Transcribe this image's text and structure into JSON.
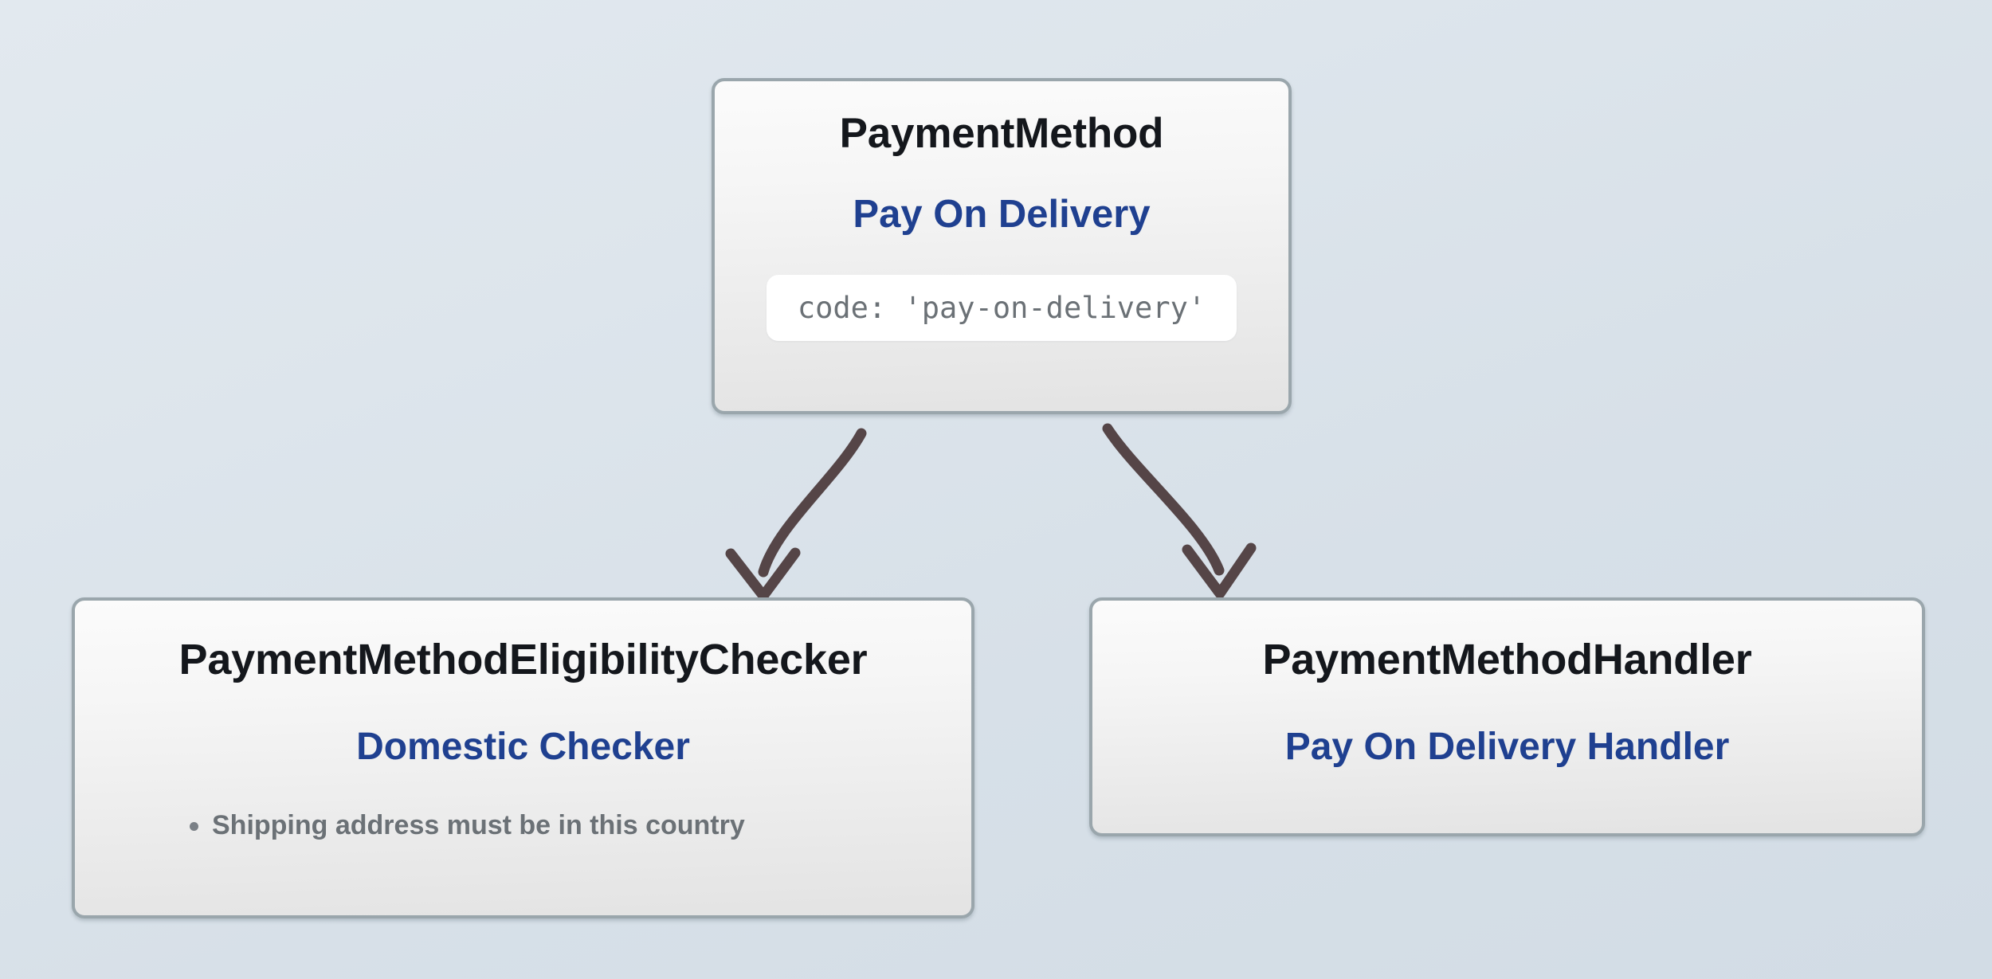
{
  "diagram": {
    "type": "class-relationship-diagram",
    "background_color": "#dde5ec",
    "accent_color": "#1f4090",
    "edge_color": "#554547",
    "nodes": [
      {
        "id": "payment-method",
        "class_name": "PaymentMethod",
        "title": "Pay On Delivery",
        "code": "code: 'pay-on-delivery'"
      },
      {
        "id": "eligibility-checker",
        "class_name": "PaymentMethodEligibilityChecker",
        "title": "Domestic Checker",
        "bullets": [
          "Shipping address must be in this country"
        ]
      },
      {
        "id": "payment-handler",
        "class_name": "PaymentMethodHandler",
        "title": "Pay On Delivery Handler"
      }
    ],
    "edges": [
      {
        "id": "edge-to-eligibility-checker",
        "from": "payment-method",
        "to": "eligibility-checker",
        "style": "curved-arrow"
      },
      {
        "id": "edge-to-payment-handler",
        "from": "payment-method",
        "to": "payment-handler",
        "style": "curved-arrow"
      }
    ]
  }
}
